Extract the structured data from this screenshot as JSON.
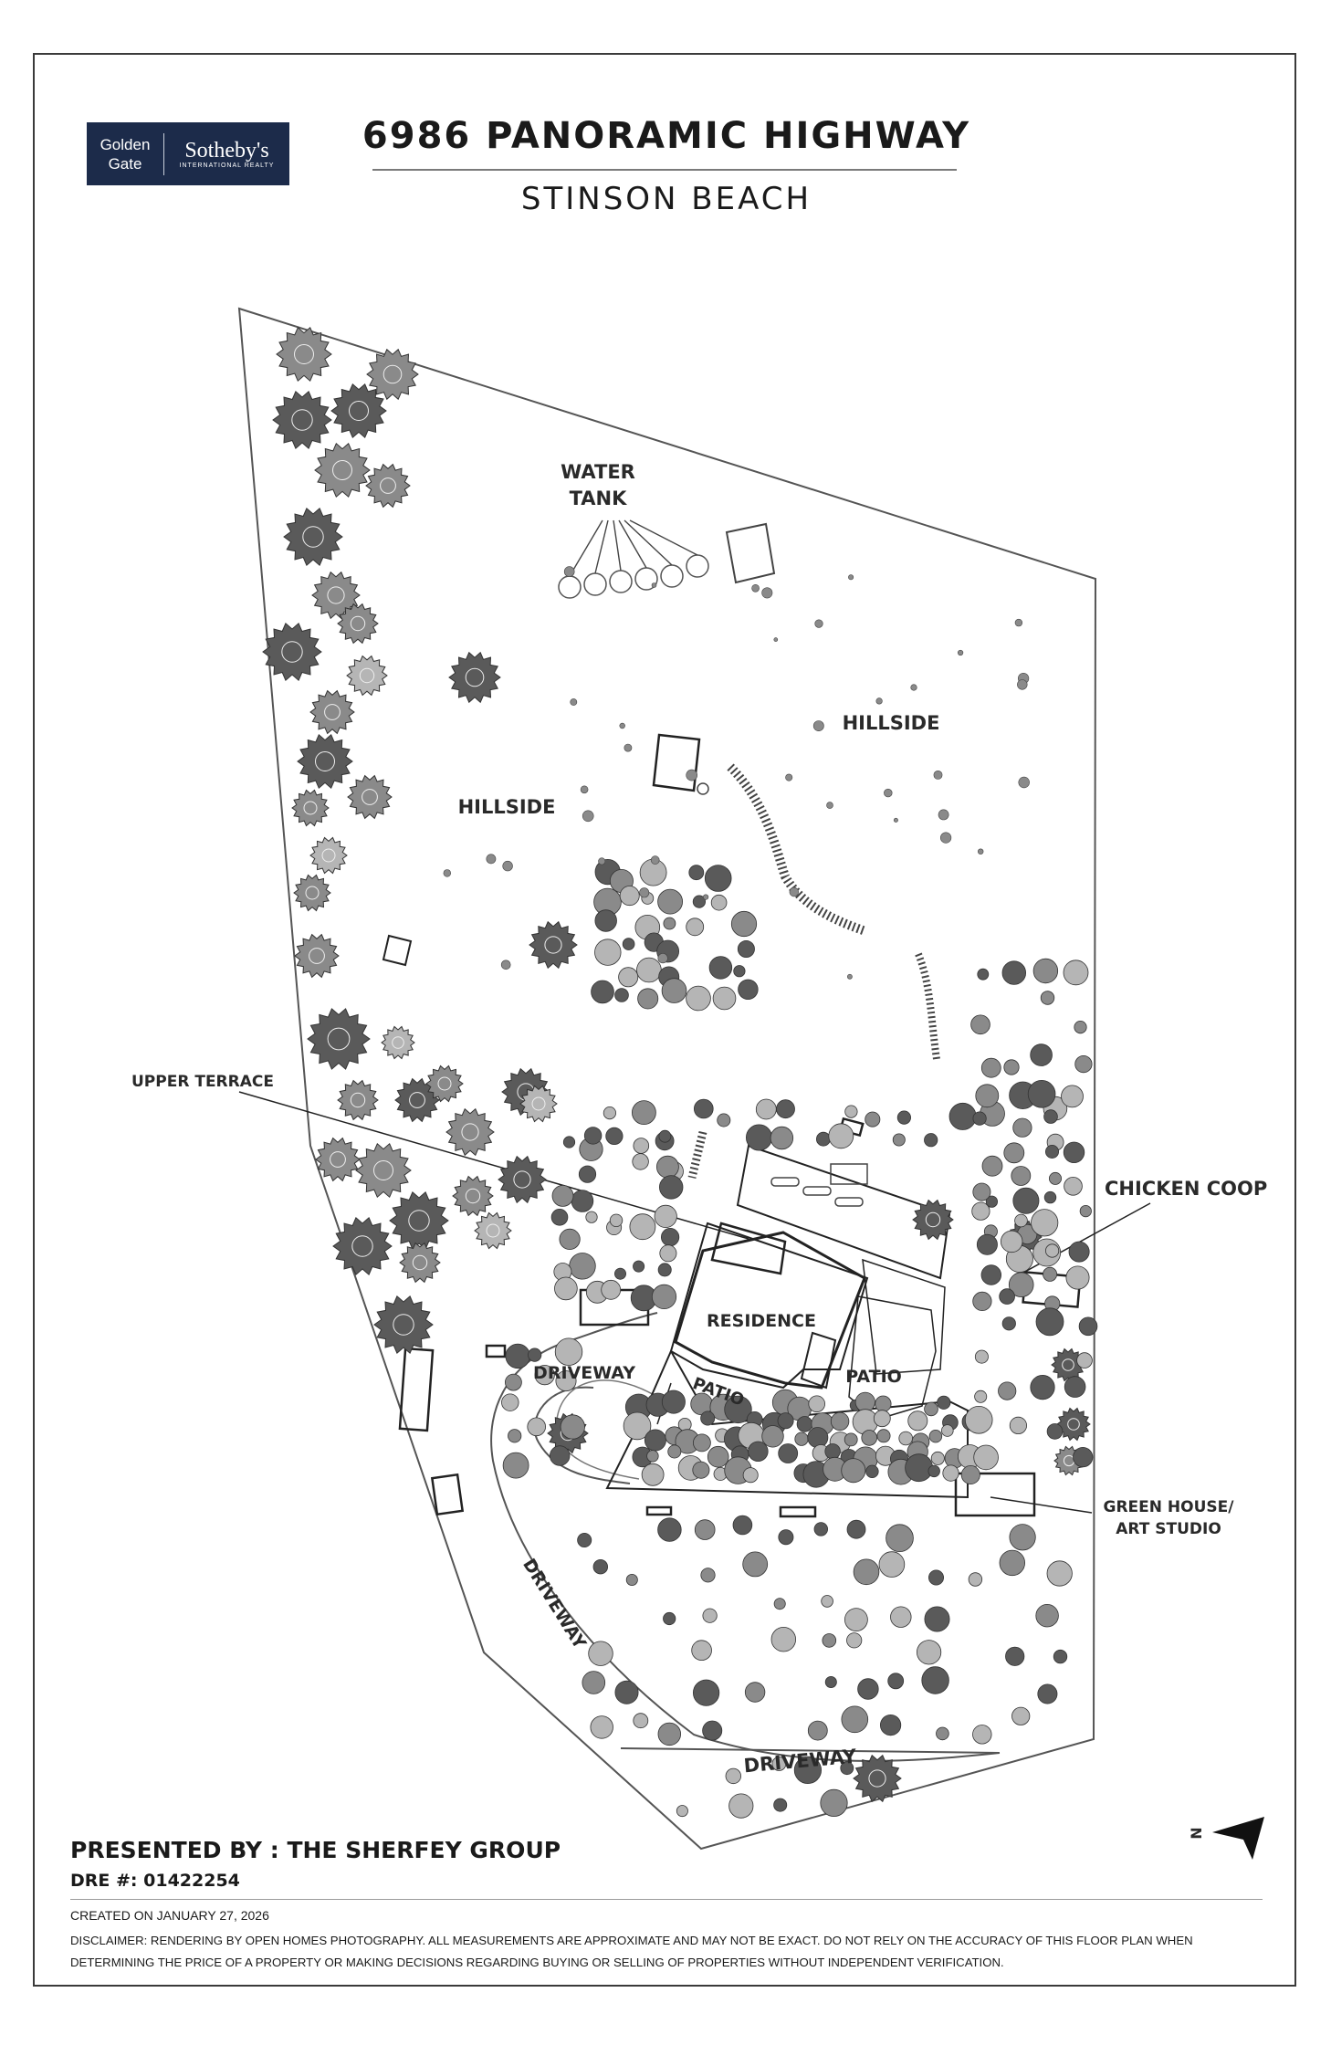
{
  "header": {
    "logo_line1": "Golden",
    "logo_line2": "Gate",
    "logo_brand": "Sotheby's",
    "logo_tagline": "INTERNATIONAL REALTY",
    "title": "6986 PANORAMIC HIGHWAY",
    "subtitle": "STINSON BEACH"
  },
  "plan_labels": {
    "water_tank_1": "WATER",
    "water_tank_2": "TANK",
    "hillside_right": "HILLSIDE",
    "hillside_left": "HILLSIDE",
    "upper_terrace": "UPPER TERRACE",
    "chicken_coop": "CHICKEN COOP",
    "residence": "RESIDENCE",
    "driveway_top": "DRIVEWAY",
    "patio_left": "PATIO",
    "patio_right": "PATIO",
    "green_house_1": "GREEN HOUSE/",
    "green_house_2": "ART STUDIO",
    "driveway_diag": "DRIVEWAY",
    "driveway_bottom": "DRIVEWAY",
    "north": "N"
  },
  "footer": {
    "presented_by": "PRESENTED BY : THE SHERFEY GROUP",
    "dre": "DRE #: 01422254",
    "created": "CREATED ON JANUARY 27, 2026",
    "disclaimer": "DISCLAIMER: RENDERING BY OPEN HOMES PHOTOGRAPHY. ALL MEASUREMENTS ARE APPROXIMATE AND MAY NOT BE EXACT. DO NOT RELY ON THE ACCURACY OF THIS FLOOR PLAN WHEN DETERMINING THE PRICE OF A PROPERTY OR MAKING DECISIONS REGARDING BUYING OR SELLING OF PROPERTIES WITHOUT INDEPENDENT VERIFICATION."
  },
  "colors": {
    "logo_bg": "#1c2b4a",
    "tree_dark": "#5a5a5a",
    "tree_mid": "#8a8a8a",
    "tree_light": "#b5b5b5"
  }
}
